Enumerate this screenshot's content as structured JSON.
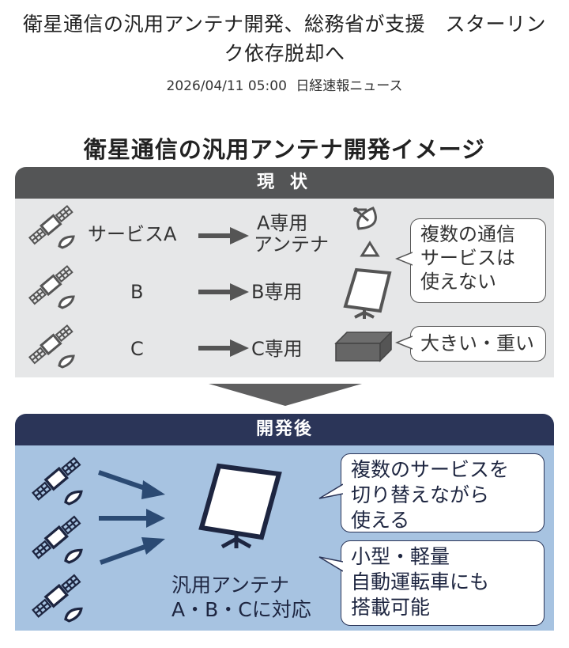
{
  "article": {
    "title": "衛星通信の汎用アンテナ開発、総務省が支援　スターリンク依存脱却へ",
    "date": "2026/04/11 05:00",
    "source": "日経速報ニュース"
  },
  "figure": {
    "title": "衛星通信の汎用アンテナ開発イメージ",
    "current": {
      "header": "現 状",
      "rows": [
        {
          "service": "サービスA",
          "antenna_line1": "A専用",
          "antenna_line2": "アンテナ",
          "antenna_icon": "parabolic-dish-icon"
        },
        {
          "service": "B",
          "antenna_line1": "B専用",
          "antenna_icon": "flat-panel-antenna-icon"
        },
        {
          "service": "C",
          "antenna_line1": "C専用",
          "antenna_icon": "box-antenna-icon"
        }
      ],
      "callouts": [
        {
          "lines": [
            "複数の通信",
            "サービスは",
            "使えない"
          ]
        },
        {
          "lines": [
            "大きい・重い"
          ]
        }
      ]
    },
    "after": {
      "header": "開発後",
      "antenna_label_line1": "汎用アンテナ",
      "antenna_label_line2": "A・B・Cに対応",
      "callouts": [
        {
          "lines": [
            "複数のサービスを",
            "切り替えながら",
            "使える"
          ]
        },
        {
          "lines": [
            "小型・軽量",
            "自動運転車にも",
            "搭載可能"
          ]
        }
      ]
    },
    "colors": {
      "current_header": "#545556",
      "current_body": "#e6e7e8",
      "after_header": "#2b3558",
      "after_body": "#a7c3e1",
      "arrow_gray": "#555555",
      "arrow_navy": "#2b4a73"
    }
  }
}
